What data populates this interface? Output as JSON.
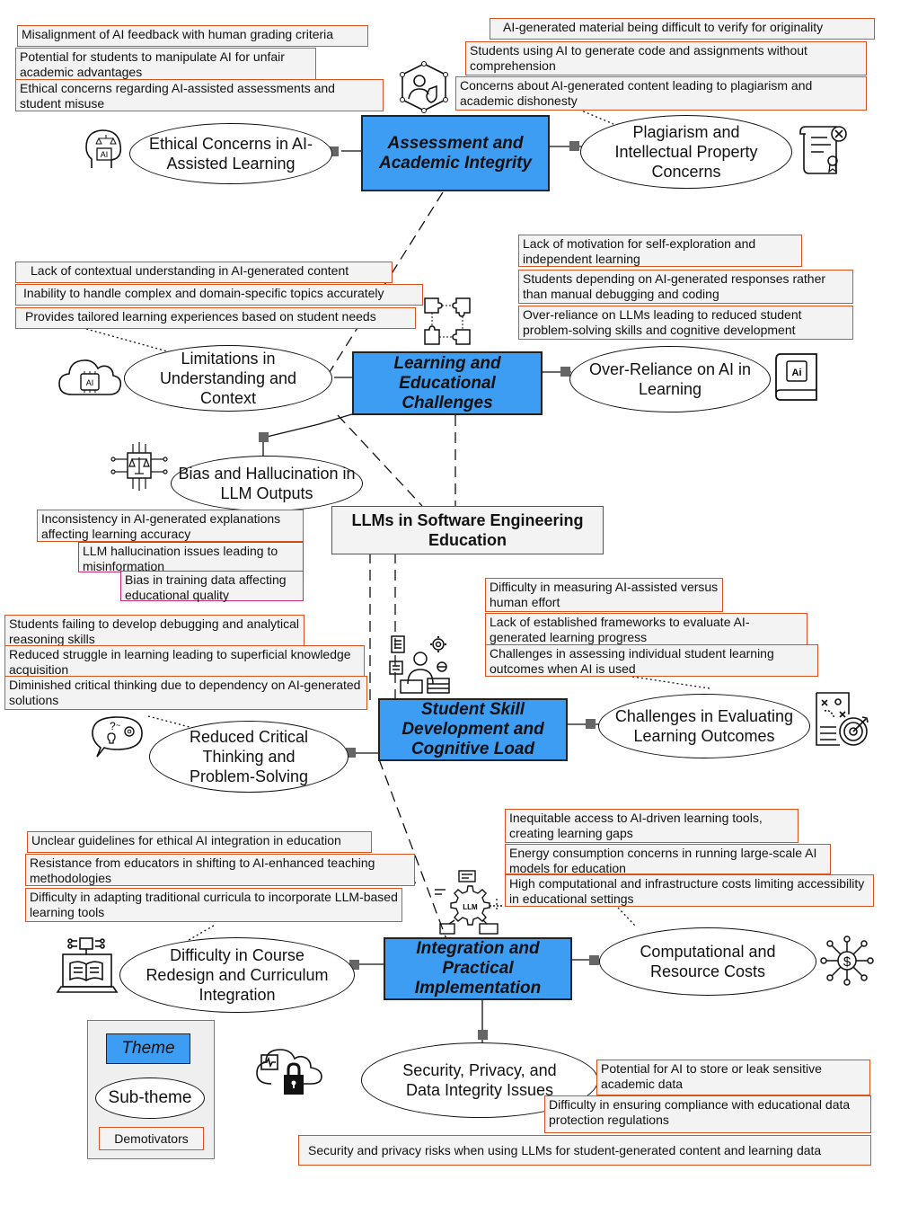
{
  "center": {
    "label": "LLMs in Software Engineering Education"
  },
  "themes": {
    "assessment": "Assessment and Academic Integrity",
    "learning": "Learning and Educational Challenges",
    "skill": "Student Skill Development and Cognitive Load",
    "integration": "Integration and Practical Implementation"
  },
  "subthemes": {
    "ethical": "Ethical Concerns in AI-Assisted Learning",
    "plagiarism": "Plagiarism and Intellectual Property Concerns",
    "limitations": "Limitations in Understanding and Context",
    "overreliance": "Over-Reliance on AI in Learning",
    "bias": "Bias and Hallucination in LLM Outputs",
    "critical": "Reduced Critical Thinking and Problem-Solving",
    "evaluating": "Challenges in Evaluating Learning Outcomes",
    "curriculum": "Difficulty in Course Redesign and Curriculum Integration",
    "computational": "Computational and Resource Costs",
    "security": "Security, Privacy, and Data Integrity Issues"
  },
  "demotivators": {
    "ethical": [
      "Misalignment of AI feedback with human grading criteria",
      "Potential for students to manipulate AI for unfair academic advantages",
      "Ethical concerns regarding AI-assisted assessments and student misuse"
    ],
    "plagiarism": [
      "AI-generated material being difficult to verify for originality",
      "Students using AI to generate code and assignments without comprehension",
      "Concerns about AI-generated content leading to plagiarism and academic dishonesty"
    ],
    "limitations": [
      "Lack of contextual understanding in AI-generated content",
      "Inability to handle complex and domain-specific topics accurately",
      "Provides tailored learning experiences based on student needs"
    ],
    "overreliance": [
      "Lack of motivation for self-exploration and independent learning",
      "Students depending on AI-generated responses rather than manual debugging and coding",
      "Over-reliance on LLMs leading to reduced student problem-solving skills and cognitive development"
    ],
    "bias": [
      "Inconsistency in AI-generated explanations affecting learning accuracy",
      "LLM hallucination issues leading to misinformation",
      "Bias in training data affecting educational quality"
    ],
    "critical": [
      "Students failing to develop debugging and analytical reasoning skills",
      "Reduced struggle in learning leading to superficial knowledge acquisition",
      "Diminished critical thinking due to dependency on AI-generated solutions"
    ],
    "evaluating": [
      "Difficulty in measuring AI-assisted versus human effort",
      "Lack of established frameworks to evaluate AI-generated learning progress",
      "Challenges in assessing individual student learning outcomes when AI is used"
    ],
    "curriculum": [
      "Unclear guidelines for ethical AI integration in education",
      "Resistance from educators in shifting to AI-enhanced teaching methodologies",
      "Difficulty in adapting traditional curricula to incorporate LLM-based learning tools"
    ],
    "computational": [
      "Inequitable access to AI-driven learning tools, creating learning gaps",
      "Energy consumption concerns in running large-scale AI models for education",
      "High computational and infrastructure costs limiting accessibility in educational settings"
    ],
    "security": [
      "Potential for AI to store or leak sensitive academic data",
      "Difficulty in ensuring compliance with educational data protection regulations",
      "Security and privacy risks when using LLMs for student-generated content and learning data"
    ]
  },
  "legend": {
    "theme": "Theme",
    "subtheme": "Sub-theme",
    "demotivators": "Demotivators"
  },
  "icon_labels": {
    "ai_head": "AI",
    "ai_cloud": "AI",
    "ai_book": "Ai",
    "llm_gear": "LLM"
  },
  "colors": {
    "theme_fill": "#3d9df3",
    "demotivator_border": "#d9531e",
    "bias_border": "#c7287a"
  }
}
